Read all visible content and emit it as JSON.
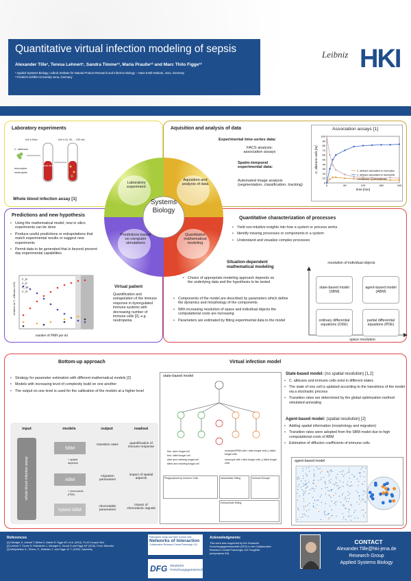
{
  "header": {
    "title": "Quantitative virtual infection modeling of sepsis",
    "authors": "Alexander Tille¹, Teresa Lehnert¹, Sandra Timme¹², Maria Prauße¹² and Marc Thilo Figge¹²",
    "affiliation1": "¹ Applied Systems Biology, Leibniz Institute for Natural Product Research and Infection Biology – Hans-Knöll-Institute, Jena, Germany",
    "affiliation2": "² Friedrich-Schiller-University Jena, Germany",
    "logo_leibniz": "Leibniz",
    "logo_hki": "HKI"
  },
  "lab": {
    "title": "Laboratory experiments",
    "t0": "0x0 t=0min",
    "t1": "0x0 t=10, 30, ... 240 min",
    "organism": "C. albicans",
    "label_mono": "monocytes",
    "label_neut": "neutrophils",
    "label_blood": "whole blood",
    "caption": "Whole blood infection assay [1]"
  },
  "acq": {
    "title": "Aquisition and analysis of data",
    "ts_title": "Experimental time-series data:",
    "ts_body": "FACS analysis: association assays",
    "st_title": "Spatio-temporal experimental data:",
    "st_body": "Automated image analysis (segmentation, classification, tracking)"
  },
  "assay_chart_title": "Association assays [1]",
  "chart_data": {
    "type": "line",
    "title": "Association assays [1]",
    "xlabel": "time [min]",
    "ylabel": "C. albicans cells [%]",
    "xlim": [
      0,
      240
    ],
    "ylim": [
      0,
      100
    ],
    "x_ticks": [
      0,
      60,
      120,
      180,
      240
    ],
    "y_ticks": [
      0,
      10,
      20,
      30,
      40,
      50,
      60,
      70,
      80,
      90,
      100
    ],
    "x": [
      0,
      10,
      20,
      30,
      60,
      90,
      120,
      150,
      180,
      210,
      240
    ],
    "series": [
      {
        "name": "C. albicans associated to monocytes",
        "color": "#e39b3d",
        "values": [
          0,
          8,
          12,
          12,
          10,
          9,
          8,
          7,
          7,
          6,
          6
        ]
      },
      {
        "name": "C. albicans associated to neutrophils",
        "color": "#3a62c4",
        "values": [
          0,
          30,
          50,
          60,
          70,
          78,
          80,
          81,
          82,
          82,
          83
        ]
      },
      {
        "name": "extracellular C. albicans cells",
        "color": "#c9a6a6",
        "values": [
          100,
          60,
          38,
          28,
          18,
          13,
          12,
          11,
          10,
          11,
          10
        ]
      }
    ],
    "legend": "bottom-right"
  },
  "cycle": {
    "lab": "Laboratory experiment",
    "acq": "Aquisition and analysis of data",
    "pred": "Predictions based on computer simulations",
    "model": "Quantitative mathematical modeling",
    "center": "Systems Biology"
  },
  "pred": {
    "title": "Predictions and new hypothesis",
    "bullets": [
      "Using the mathematical model, new in silico experiments can be done",
      "Produce useful predictions or extrapolations that match experimental results or suggest new experiments",
      "Permit data to be generated that is beyond present-day experimental capabilities"
    ],
    "vp_title": "Virtual patient",
    "vp_body": "Quantification and extrapolation of the immune response in dysregulated immune systems with decreasing number of immune cells [2], e.g. neutropenia",
    "vp_ylabel": "relative to C. albicans cells",
    "vp_xlabel": "number of PMN per ml",
    "vp_legend": [
      "C_K",
      "C_E",
      "C_M",
      "C_N"
    ]
  },
  "quant": {
    "title": "Quantitative characterization of processes",
    "bullets": [
      "Yield non-intuitive insights into how a system or process works",
      "Identify missing processes or components in a system",
      "Understand and visualize complex processes"
    ],
    "sd_title": "Situation-dependent mathematical modeling",
    "sd_bullet": "Choice of appropriate modeling approach depends on the underlying data and the hypothesis to be tested",
    "bullets2": [
      "Components of the model are described by parameters which define the dynamics and morphology of the components",
      "With increasing resolution of space and individual objects the computational costs are increasing",
      "Parameters are estimated by fitting experimental data to the model"
    ],
    "axis_top": "resolution of individual objects",
    "axis_bottom": "space resolution",
    "grid": [
      "state-based model (SBM)",
      "agent-based model (ABM)",
      "ordinary differential equations (ODE)",
      "partial differential equations (PDE)"
    ]
  },
  "bottom": {
    "title": "Bottom-up approach",
    "bullets": [
      "Strategy for parameter estimation with different mathematical models [2]",
      "Models with increasing level of complexity build on one another",
      "The output on one level is used for the calibration of the models at a higher level"
    ],
    "col_heads": [
      "input",
      "models",
      "output",
      "readout"
    ],
    "input_label": "whole-blood infection assay",
    "models": [
      "SBM",
      "ABM",
      "hybrid ABM"
    ],
    "arrow1": "+ spatial depiction",
    "arrow2": "+ chemotaxis (PDE)",
    "outputs": [
      "transition rates",
      "migration parameters",
      "chemotaktic parameters"
    ],
    "readouts": [
      "quantification of immune response",
      "impact of spatial aspects",
      "impact of chemotactic signals"
    ]
  },
  "vim": {
    "title": "Virtual infection model",
    "sbm_panel": "state-based model",
    "abm_panel": "agent-based model",
    "sbm_title": "State-based model:",
    "sbm_title_rest": " (no spatial resolution) [1,2]",
    "sbm_bullets": [
      "C. albicans and immune cells exist in different states",
      "The state of one cell is updated according to the transitions of the model via a stochastic process",
      "Transition rates are determined by the global optimization method simulated annealing"
    ],
    "abm_title": "Agent-based model:",
    "abm_title_rest": " (spatial resolution) [2]",
    "abm_bullets": [
      "Adding spatial information (morphology and migration)",
      "Transition rates were adopted from the SBM model due to high computational costs of ABM",
      "Estimation of diffusion coefficients of immune cells"
    ],
    "legend_items": [
      "free, alive fungal cell",
      "free, killed fungal cell",
      "alive and resisting fungal cell",
      "killed and resisting fungal cell",
      "neutrophil/PMN with i alive fungal cells | j killed fungal cells",
      "monocyte with i alive fungal cells | j killed fungal cells"
    ],
    "sub_panels": [
      "Phagocytosis by Immune Cells",
      "Intracellular Killing",
      "Immune Escape",
      "Extracellular Killing"
    ]
  },
  "footer": {
    "ref_title": "References",
    "refs": [
      "[1] Hünniger K, Lehnert T, Bieber K, Martin R, Figge MT, et al. (2014). PLoS Comput. Biol.",
      "[2] Lehnert T, Timme S, Pollmächer J, Hünniger K, Kurzai O and Figge MT (2015). Front. Microbiol.",
      "[3] Medyukhina, A., Timme, S., Mokhtari, Z. and Figge, M. T. (2015). Cytometry"
    ],
    "network_logo_small": "Pathogenic fungi and their human host",
    "network_logo": "Networks of Interaction",
    "network_sub": "Collaborative Research Center/Transregio 124",
    "dfg": "DFG",
    "dfg_text": "Deutsche Forschungsgemeinschaft",
    "ack_title": "Acknowledgments:",
    "ack_body": "This work was supported by the Deutsche Forschungsgemeinschaft (DFG) in the Collaborative Research Center/Transregio 124 FungiNet (subprojects B4)",
    "contact_title": "CONTACT",
    "contact_email": "Alexander.Tille@hki-jena.de",
    "contact_group1": "Research Group",
    "contact_group2": "Applied Systems Biology"
  }
}
